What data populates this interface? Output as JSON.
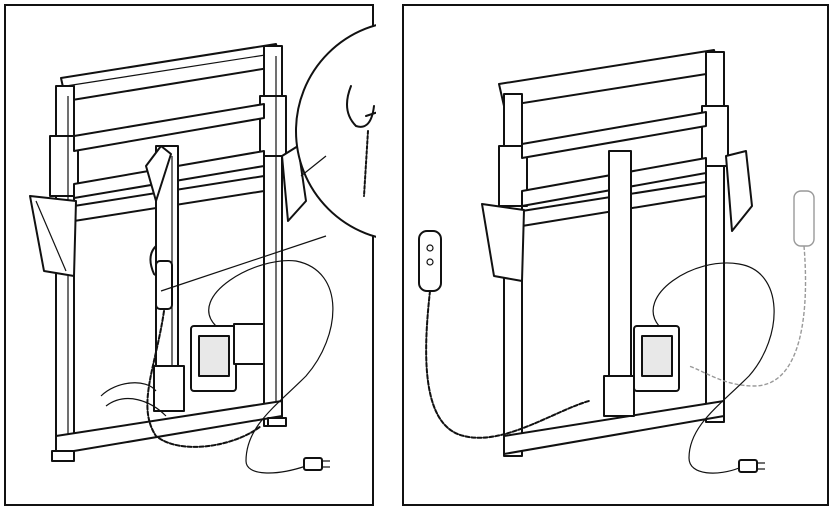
{
  "figure": {
    "panels": [
      {
        "id": "left",
        "state": "handset-hooked-on-column",
        "callout": "magnified-hook-detail"
      },
      {
        "id": "right",
        "state": "handset-unhooked-with-ghost-position"
      }
    ],
    "colors": {
      "line": "#111111",
      "ghost": "#999999",
      "background": "#ffffff"
    },
    "icons": [
      "frame",
      "lift-column",
      "control-box",
      "handset",
      "coiled-cable",
      "power-plug",
      "hook",
      "magnifier-circle"
    ]
  }
}
